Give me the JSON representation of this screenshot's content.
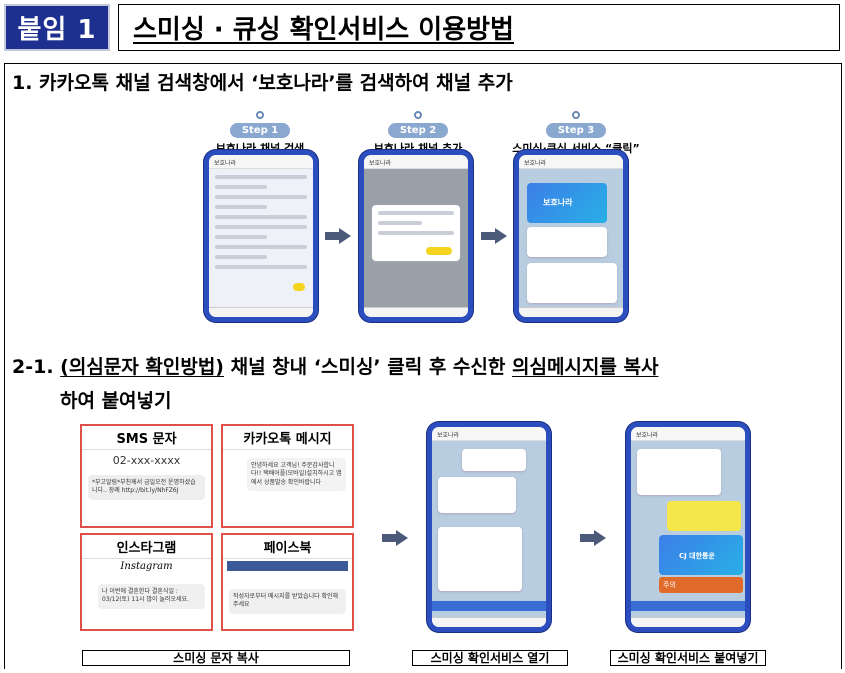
{
  "header": {
    "badge": "붙임 1",
    "title": "스미싱 · 큐싱 확인서비스 이용방법"
  },
  "section1": {
    "heading": "1. 카카오톡 채널 검색창에서 ‘보호나라’를 검색하여 채널 추가",
    "steps": [
      {
        "pill": "Step 1",
        "label": "보호나라 채널 검색"
      },
      {
        "pill": "Step 2",
        "label": "보호나라 채널 추가"
      },
      {
        "pill": "Step 3",
        "label": "스미싱·큐싱 서비스 “클릭”"
      }
    ],
    "phone1": {
      "top": "보호나라"
    },
    "phone2": {
      "top": "보호나라"
    },
    "phone3": {
      "top": "보호나라",
      "banner": "보호나라"
    }
  },
  "section2": {
    "heading_prefix": "2-1. ",
    "heading_under1": "(의심문자 확인방법)",
    "heading_mid": " 채널 창내 ‘스미싱’ 클릭 후 수신한 ",
    "heading_under2": "의심메시지를 복사",
    "heading_line2": "하여 붙여넣기",
    "sources": [
      {
        "title": "SMS 문자",
        "number": "02-xxx-xxxx",
        "body": "*부고알림*부친께서 금일오전 운명하셨습니다.. 장례 http://bit.ly/NhFZ6J"
      },
      {
        "title": "카카오톡 메시지",
        "body": "안녕하세요 고객님! 주문감사합니다!! 택배어플(모바일)설치하시고 앱에서 상품발송 확인바랍니다"
      },
      {
        "title": "인스타그램",
        "brand": "Instagram",
        "body": "나 이번에 결혼한다 결혼식일 : 03/12(토) 11시 많이 놀러오세요."
      },
      {
        "title": "페이스북",
        "body": "작성자로부터 메시지를 받았습니다 확인해주세요"
      }
    ],
    "phone4": {
      "top": "보호나라"
    },
    "phone5": {
      "top": "보호나라",
      "card": "CJ 대한통운",
      "red": "주의"
    },
    "captions": [
      "스미싱 문자 복사",
      "스미싱 확인서비스 열기",
      "스미싱 확인서비스 붙여넣기"
    ]
  }
}
